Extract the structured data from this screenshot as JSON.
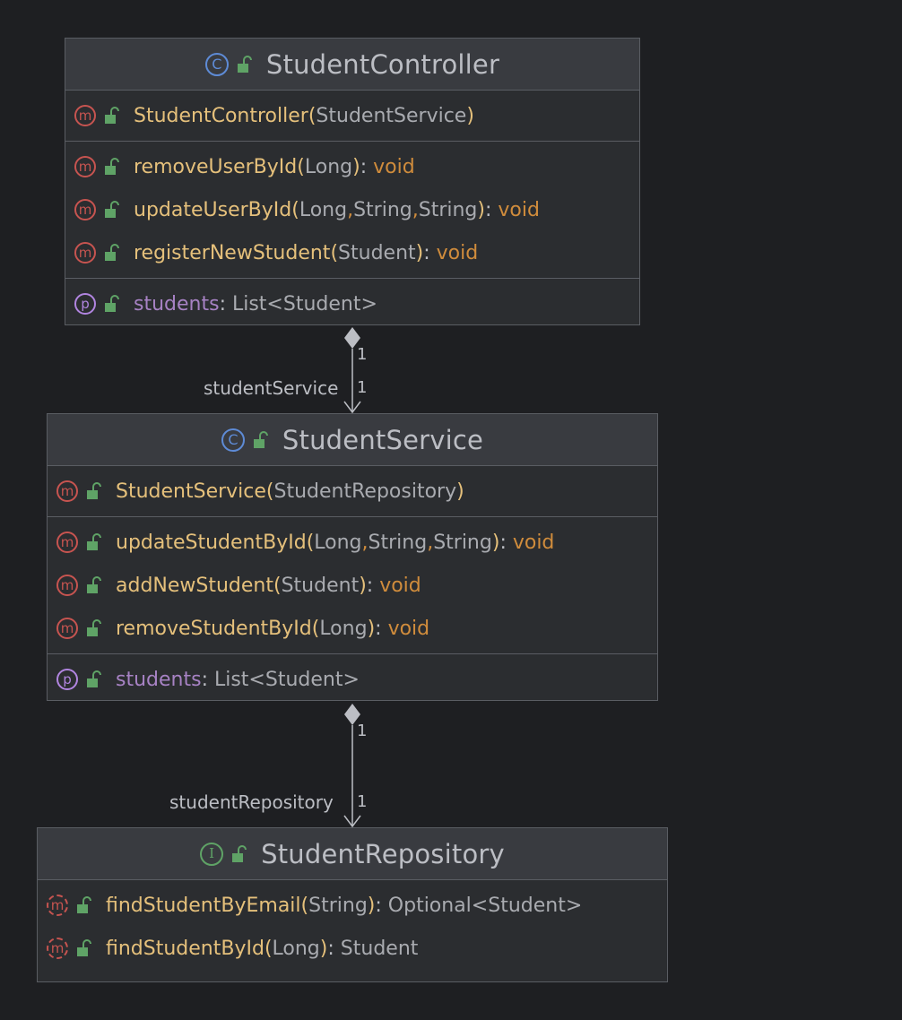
{
  "classes": [
    {
      "name": "StudentController",
      "kind": "class",
      "constructors": [
        {
          "name": "StudentController",
          "params": [
            "StudentService"
          ]
        }
      ],
      "methods": [
        {
          "name": "removeUserById",
          "params": [
            "Long"
          ],
          "returns": "void"
        },
        {
          "name": "updateUserById",
          "params": [
            "Long",
            "String",
            "String"
          ],
          "returns": "void"
        },
        {
          "name": "registerNewStudent",
          "params": [
            "Student"
          ],
          "returns": "void"
        }
      ],
      "properties": [
        {
          "name": "students",
          "type": "List<Student>"
        }
      ]
    },
    {
      "name": "StudentService",
      "kind": "class",
      "constructors": [
        {
          "name": "StudentService",
          "params": [
            "StudentRepository"
          ]
        }
      ],
      "methods": [
        {
          "name": "updateStudentById",
          "params": [
            "Long",
            "String",
            "String"
          ],
          "returns": "void"
        },
        {
          "name": "addNewStudent",
          "params": [
            "Student"
          ],
          "returns": "void"
        },
        {
          "name": "removeStudentById",
          "params": [
            "Long"
          ],
          "returns": "void"
        }
      ],
      "properties": [
        {
          "name": "students",
          "type": "List<Student>"
        }
      ]
    },
    {
      "name": "StudentRepository",
      "kind": "interface",
      "constructors": [],
      "methods": [
        {
          "name": "findStudentByEmail",
          "params": [
            "String"
          ],
          "returns": "Optional<Student>",
          "abstract": true
        },
        {
          "name": "findStudentById",
          "params": [
            "Long"
          ],
          "returns": "Student",
          "abstract": true
        }
      ],
      "properties": []
    }
  ],
  "relations": [
    {
      "from": "StudentController",
      "to": "StudentService",
      "label": "studentService",
      "source_mult": "1",
      "target_mult": "1",
      "type": "composition"
    },
    {
      "from": "StudentService",
      "to": "StudentRepository",
      "label": "studentRepository",
      "source_mult": "1",
      "target_mult": "1",
      "type": "composition"
    }
  ],
  "icons": {
    "method": "m",
    "property": "p",
    "class": "C",
    "interface": "I"
  }
}
